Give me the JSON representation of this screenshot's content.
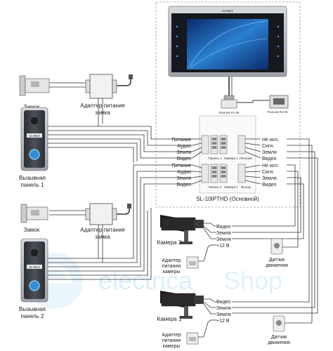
{
  "monitor": {
    "brand": "SLINEX",
    "title": "SL-10IPTHD (Основной)",
    "rj45_board_label": "Разъем RJ-45",
    "rj45_socket_label": "Разъем RJ-45",
    "connector_labels": {
      "panel1": "Панель 1",
      "camera1": "Камера 1",
      "power": "Питание",
      "panel2": "Панель 2",
      "camera2": "Камера 2",
      "output": "Выход"
    },
    "panel1_left_pins": [
      "Питание",
      "Аудио",
      "Земля",
      "Видео"
    ],
    "panel2_left_pins": [
      "Питание",
      "Аудио",
      "Земля",
      "Видео"
    ],
    "camera1_right_pins": [
      "Не исп.",
      "Сигн.",
      "Земля",
      "Видео"
    ],
    "camera2_right_pins": [
      "Не исп.",
      "Сигн.",
      "Земля",
      "Видео"
    ]
  },
  "panel1": {
    "brand": "SLINEX",
    "label_line1": "Вызывная",
    "label_line2": "панель 1"
  },
  "panel2": {
    "brand": "SLINEX",
    "label_line1": "Вызывная",
    "label_line2": "панель 2"
  },
  "lock1": {
    "label": "Замок"
  },
  "lock2": {
    "label": "Замок"
  },
  "lock_adapter1": {
    "label_line1": "Адаптер питания",
    "label_line2": "замка"
  },
  "lock_adapter2": {
    "label_line1": "Адаптер питания",
    "label_line2": "замка"
  },
  "camera2": {
    "label": "Камера 2",
    "pins": [
      "Видео",
      "Земля",
      "Земля",
      "+12 В"
    ]
  },
  "camera1": {
    "label": "Камера 1",
    "pins": [
      "Видео",
      "Земля",
      "Земля",
      "+12 В"
    ]
  },
  "camera2_adapter": {
    "lines": [
      "Адаптер",
      "питания",
      "камеры"
    ]
  },
  "camera1_adapter": {
    "lines": [
      "Адаптер",
      "питания",
      "камеры"
    ]
  },
  "motion_sensor1": {
    "label_line1": "Датчик",
    "label_line2": "движения"
  },
  "motion_sensor2": {
    "label_line1": "Датчик",
    "label_line2": "движения"
  },
  "watermark": {
    "part1": "electrica",
    "part2": "Shop"
  },
  "colors": {
    "wire": "#333333",
    "screen": "#1d5fb3",
    "panel_dark": "#3a3f47",
    "button_blue": "#2f8fd6",
    "watermark": "#bfe3f5"
  }
}
